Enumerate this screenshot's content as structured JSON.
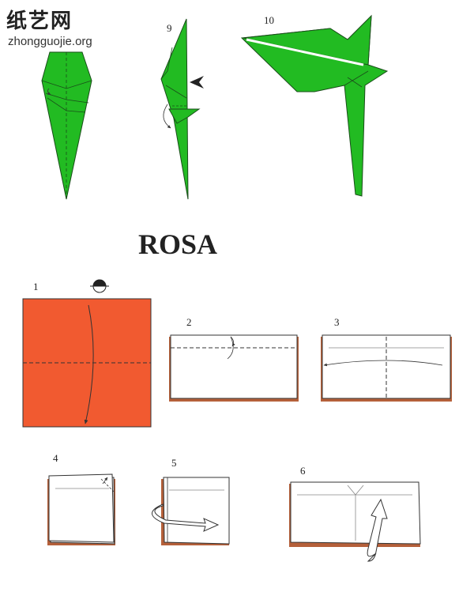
{
  "watermark": {
    "chinese_text": "纸艺网",
    "url_text": "zhongguojie.org"
  },
  "title": "ROSA",
  "steps": {
    "s1": "1",
    "s2": "2",
    "s3": "3",
    "s4": "4",
    "s5": "5",
    "s6": "6",
    "s9": "9",
    "s10": "10"
  },
  "colors": {
    "leaf_green": "#22bb22",
    "leaf_outline": "#1a4d1a",
    "paper_red": "#f15a30",
    "paper_edge_brown": "#b5603a",
    "line": "#333333"
  }
}
